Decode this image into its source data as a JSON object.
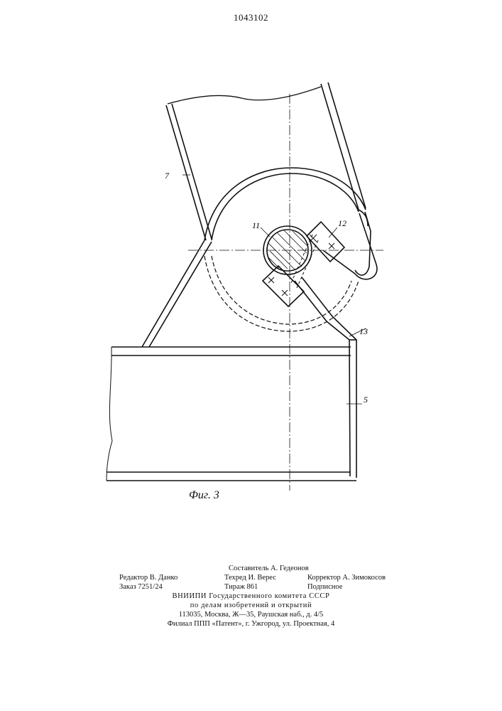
{
  "header": {
    "patent_number": "1043102"
  },
  "figure": {
    "caption": "Фиг. 3",
    "labels": {
      "l7": "7",
      "l11": "11",
      "l12": "12",
      "l13": "13",
      "l5": "5"
    }
  },
  "imprint": {
    "compiler": "Составитель А. Гедеонов",
    "editor": "Редактор В. Данко",
    "techred": "Техред И. Верес",
    "corrector": "Корректор А. Зимокосов",
    "order": "Заказ 7251/24",
    "circulation": "Тираж 861",
    "subscription": "Подписное",
    "org_line1": "ВНИИПИ Государственного комитета СССР",
    "org_line2": "по делам изобретений и открытий",
    "address": "113035, Москва, Ж—35, Раушская наб., д. 4/5",
    "branch": "Филиал ППП «Патент», г. Ужгород, ул. Проектная, 4"
  }
}
